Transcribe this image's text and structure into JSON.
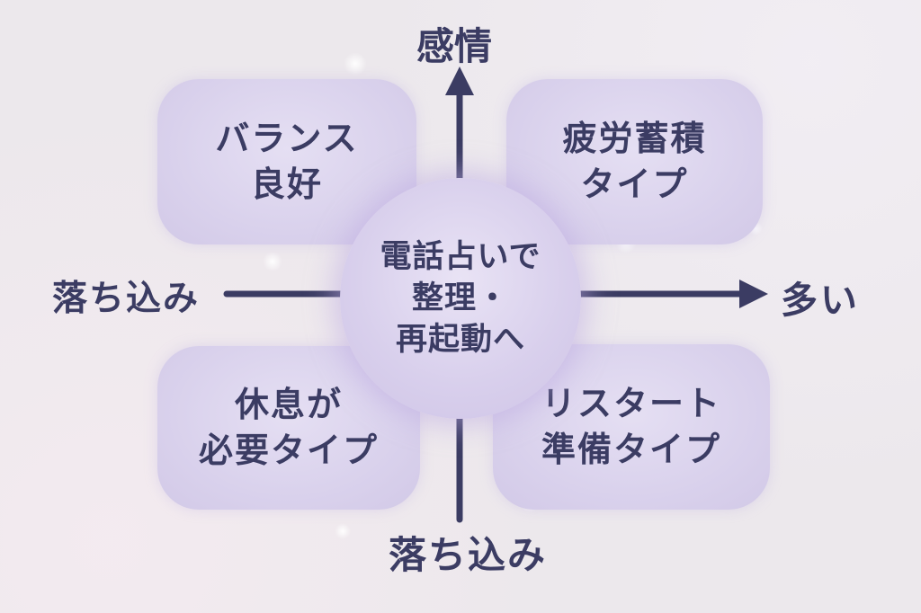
{
  "colors": {
    "background": "#ece8ec",
    "box_fill": "#d9d1ec",
    "circle_fill": "#d4cae8",
    "ink": "#3b3c63"
  },
  "axes": {
    "top": "感情",
    "bottom": "落ち込み",
    "left": "落ち込み",
    "right": "多い"
  },
  "center_circle": {
    "line1": "電話占いで",
    "line2": "整理・",
    "line3": "再起動へ"
  },
  "quadrants": {
    "top_left": {
      "line1": "バランス",
      "line2": "良好"
    },
    "top_right": {
      "line1": "疲労蓄積",
      "line2": "タイプ"
    },
    "bottom_left": {
      "line1": "休息が",
      "line2": "必要タイプ"
    },
    "bottom_right": {
      "line1": "リスタート",
      "line2": "準備タイプ"
    }
  }
}
